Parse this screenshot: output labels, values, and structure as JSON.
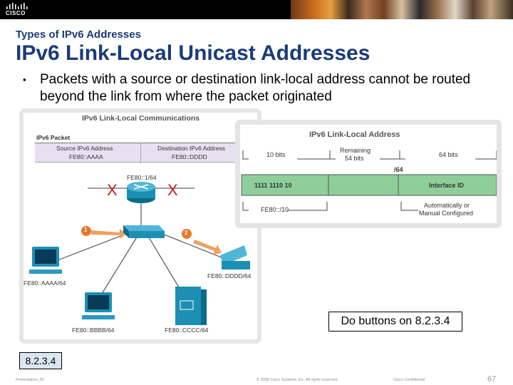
{
  "header": {
    "logo_text": "CISCO",
    "brand_color": "#1b3a7a"
  },
  "slide": {
    "subtitle": "Types of IPv6 Addresses",
    "title": "IPv6 Link-Local Unicast Addresses",
    "bullet": "Packets with a source or destination link-local address cannot be routed beyond the link from where the packet originated"
  },
  "left_diagram": {
    "title": "IPv6 Link-Local Communications",
    "packet_label": "IPv6 Packet",
    "src_header": "Source IPv6 Address",
    "src_value": "FE80::AAAA",
    "dst_header": "Destination IPv6 Address",
    "dst_value": "FE80::DDDD",
    "router_label": "FE80::1/64",
    "x_mark": "X",
    "step1": "1",
    "step2": "2",
    "host_a": "FE80::AAAA/64",
    "host_b": "FE80::BBBB/64",
    "host_c": "FE80::CCCC/64",
    "host_d": "FE80::DDDD/64"
  },
  "right_diagram": {
    "title": "IPv6 Link-Local Address",
    "bits10": "10 bits",
    "remaining": "Remaining",
    "bits54": "54 bits",
    "bits64": "64 bits",
    "prefix_len": "/64",
    "binary": "1111 1110 10",
    "interface_id": "Interface ID",
    "fe80_10": "FE80::/10",
    "auto_1": "Automatically or",
    "auto_2": "Manual Configured"
  },
  "buttons": {
    "do_buttons": "Do buttons on 8.2.3.4",
    "ref": "8.2.3.4"
  },
  "footer": {
    "presentation": "Presentation_ID",
    "copyright": "© 2008 Cisco Systems, Inc. All rights reserved.",
    "confidential": "Cisco Confidential",
    "page": "67"
  }
}
